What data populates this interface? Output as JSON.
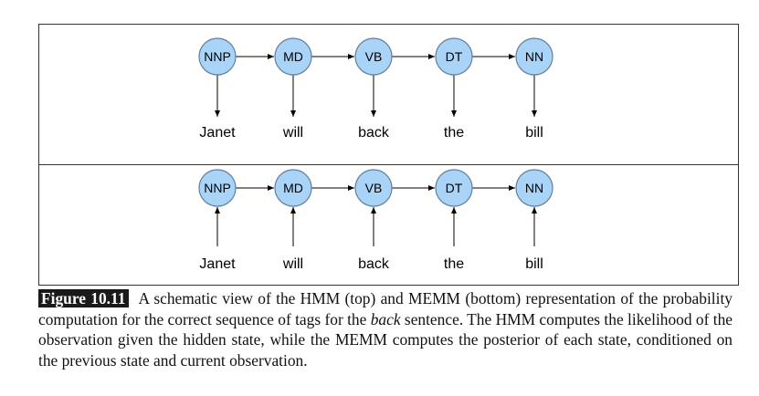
{
  "panels": [
    {
      "id": "hmm",
      "direction": "down",
      "tags": [
        "NNP",
        "MD",
        "VB",
        "DT",
        "NN"
      ],
      "words": [
        "Janet",
        "will",
        "back",
        "the",
        "bill"
      ]
    },
    {
      "id": "memm",
      "direction": "up",
      "tags": [
        "NNP",
        "MD",
        "VB",
        "DT",
        "NN"
      ],
      "words": [
        "Janet",
        "will",
        "back",
        "the",
        "bill"
      ]
    }
  ],
  "colors": {
    "node_fill": "#a9d4f7",
    "node_stroke": "#5f7f9b",
    "line": "#000000",
    "frame": "#333333"
  },
  "caption": {
    "label": "Figure 10.11",
    "text_before": "A schematic view of the HMM (top) and MEMM (bottom) representation of the probability computation for the correct sequence of tags for the ",
    "italic": "back",
    "text_after": " sentence. The HMM computes the likelihood of the observation given the hidden state, while the MEMM computes the posterior of each state, conditioned on the previous state and current observation."
  }
}
